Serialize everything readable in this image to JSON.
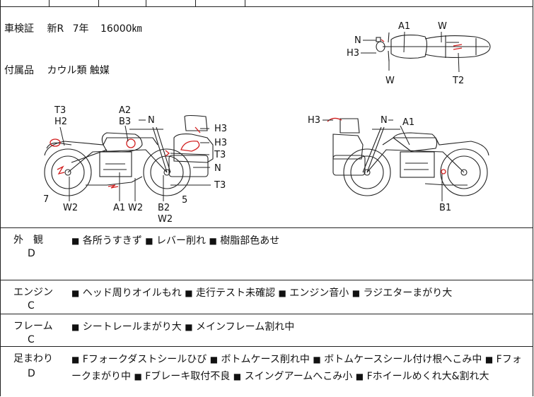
{
  "header": {
    "inspection_label": "車検証",
    "inspection_value": "新R",
    "year": "7年",
    "distance": "16000㎞",
    "accessories_label": "付属品",
    "accessories_value": "カウル類 触媒"
  },
  "diagram": {
    "top_view_labels": [
      "N",
      "H3",
      "A1",
      "W",
      "W",
      "T2"
    ],
    "left_view_labels": [
      "T3",
      "H2",
      "A2",
      "B3",
      "N",
      "H3",
      "H3",
      "T3",
      "N",
      "T3",
      "7",
      "W2",
      "A1",
      "W2",
      "B2",
      "W2",
      "5"
    ],
    "right_view_labels": [
      "H3",
      "N",
      "A1",
      "B1"
    ]
  },
  "sections": [
    {
      "category": "外　観",
      "grade": "D",
      "items": [
        "各所うすきず",
        "レバー削れ",
        "樹脂部色あせ"
      ]
    },
    {
      "category": "エンジン",
      "grade": "C",
      "items": [
        "ヘッド周りオイルもれ",
        "走行テスト未確認",
        "エンジン音小",
        "ラジエターまがり大"
      ]
    },
    {
      "category": "フレーム",
      "grade": "C",
      "items": [
        "シートレールまがり大",
        "メインフレーム割れ中"
      ]
    },
    {
      "category": "足まわり",
      "grade": "D",
      "items": [
        "Fフォークダストシールひび",
        "ボトムケース削れ中",
        "ボトムケースシール付け根へこみ中",
        "Fフォークまがり中",
        "Fブレーキ取付不良",
        "スイングアームへこみ小",
        "Fホイールめくれ大&割れ大"
      ]
    }
  ],
  "colors": {
    "damage_mark": "#d22020",
    "line": "#222222"
  }
}
